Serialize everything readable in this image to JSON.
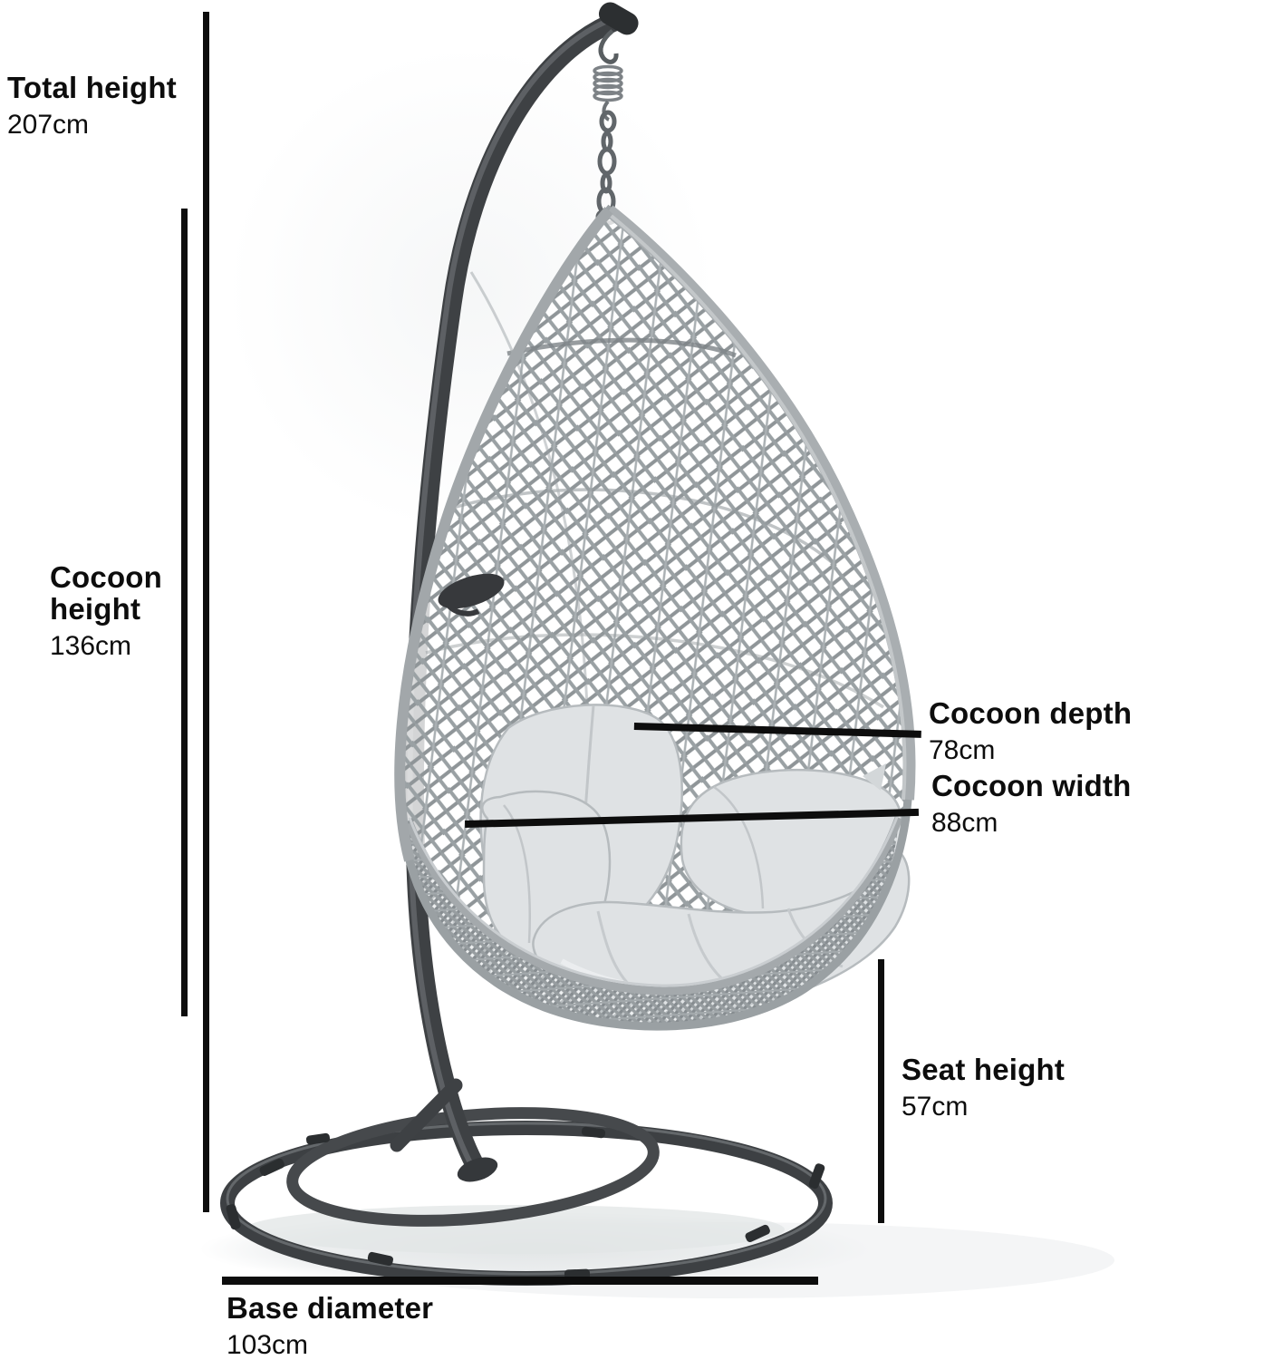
{
  "diagram": {
    "subject": "hanging-egg-chair-with-stand",
    "annotations": {
      "total_height": {
        "label": "Total height",
        "value": "207cm"
      },
      "cocoon_height": {
        "label": "Cocoon height",
        "value": "136cm"
      },
      "cocoon_depth": {
        "label": "Cocoon depth",
        "value": "78cm"
      },
      "cocoon_width": {
        "label": "Cocoon width",
        "value": "88cm"
      },
      "seat_height": {
        "label": "Seat height",
        "value": "57cm"
      },
      "base_diameter": {
        "label": "Base diameter",
        "value": "103cm"
      }
    },
    "colors": {
      "dimension_line": "#0d0d0d",
      "text": "#0d0d0d",
      "wicker": "#8f9598",
      "rim": "#a2a7aa",
      "stand": "#3e4144",
      "cushion": "#dfe2e4",
      "background": "#ffffff"
    }
  }
}
